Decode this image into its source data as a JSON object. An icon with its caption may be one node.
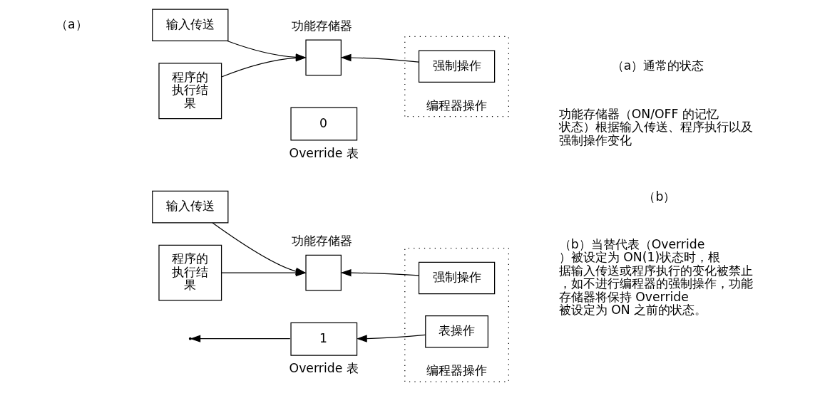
{
  "diagram": {
    "nodes": [
      {
        "text": [
          "输入传送"
        ]
      },
      {
        "text": [
          "程序的执行结果"
        ]
      },
      {
        "text": [],
        "shape": "box",
        "beside": [
          "功能存储器"
        ]
      },
      {
        "text": [
          "0"
        ],
        "beside": [
          "Override 表"
        ]
      },
      {
        "text": [
          "编程器操作"
        ]
      },
      {
        "text": [
          "强制操作"
        ],
        "in": 4
      },
      {
        "text": [
          "输入传送"
        ]
      },
      {
        "text": [
          "程序的执行结果"
        ]
      },
      {
        "text": [],
        "shape": "box",
        "beside": [
          "功能存储器"
        ]
      },
      {
        "text": [
          "1"
        ],
        "beside": [
          "Override 表"
        ]
      },
      {
        "text": [
          "编程器操作"
        ]
      },
      {
        "text": [
          "强制操作"
        ],
        "in": 10
      },
      {
        "text": [
          "表操作"
        ],
        "in": 10
      }
    ],
    "edges": [
      {
        "from": 0,
        "to": 2,
        "arrow": "to"
      },
      {
        "from": 1,
        "to": 2,
        "arrow": "to"
      },
      {
        "from": 5,
        "to": 2,
        "arrow": "to"
      },
      {
        "from": 6,
        "to": 8,
        "arrow": "to"
      },
      {
        "from": 7,
        "to": 8,
        "arrow": "to"
      },
      {
        "from": 11,
        "to": 8,
        "arrow": "to"
      },
      {
        "from": 9,
        "to": null,
        "arrow": "to"
      },
      {
        "from": 12,
        "to": 9,
        "arrow": "to"
      }
    ],
    "labels": [
      "（a）",
      "（a）通常的状态",
      "功能存储器（ON/OFF 的记忆状态）根据输入传送、程序执行以及强制操作变化",
      "（b）",
      "（b）当替代表（Override）被设定为 ON(1)状态时，根据输入传送或程序执行的变化被禁止，如不进行编程器的强制操作，功能存储器将保持 Override 被设定为 ON 之前的状态。"
    ]
  }
}
